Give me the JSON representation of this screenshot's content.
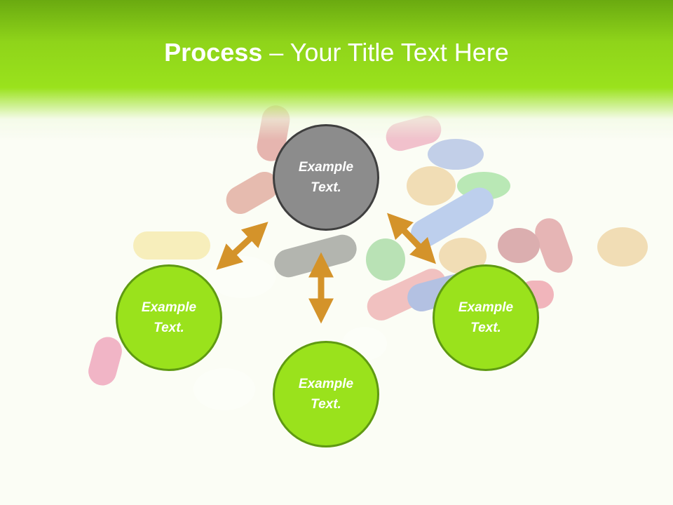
{
  "slide": {
    "title_bold": "Process",
    "title_rest": " – Your Title Text Here"
  },
  "nodes": {
    "center": "Example Text.",
    "left": "Example Text.",
    "bottom": "Example Text.",
    "right": "Example Text."
  },
  "colors": {
    "accent_green": "#9ae21c",
    "center_gray": "#8c8c8c",
    "arrow_orange": "#d4932a"
  }
}
